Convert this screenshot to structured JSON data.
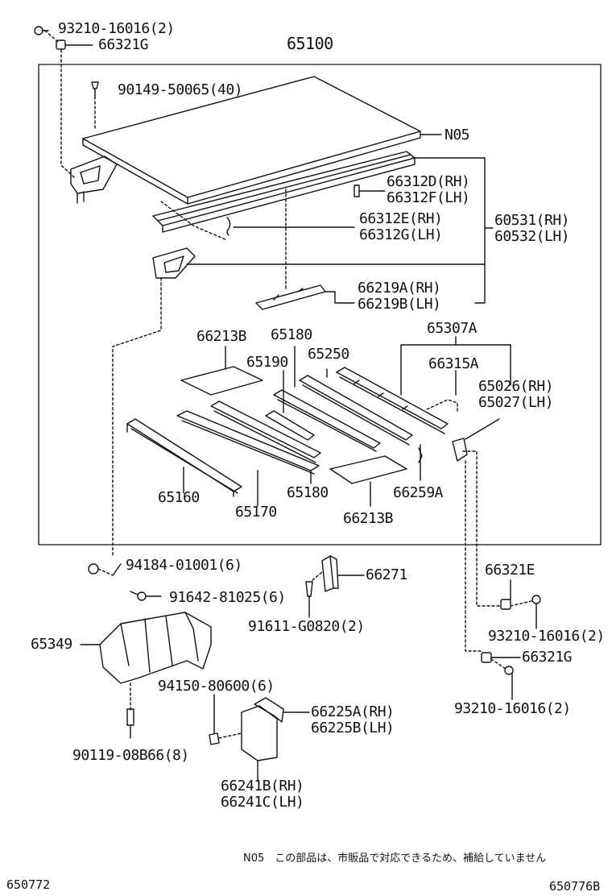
{
  "labels": {
    "l_93210_top": "93210-16016(2)",
    "l_66321G_top": "66321G",
    "l_65100": "65100",
    "l_90149": "90149-50065(40)",
    "l_N05": "N05",
    "l_66312D": "66312D(RH)",
    "l_66312F": "66312F(LH)",
    "l_66312E": "66312E(RH)",
    "l_66312G": "66312G(LH)",
    "l_60531": "60531(RH)",
    "l_60532": "60532(LH)",
    "l_66219A": "66219A(RH)",
    "l_66219B": "66219B(LH)",
    "l_66213B_a": "66213B",
    "l_65180_a": "65180",
    "l_65307A": "65307A",
    "l_65190": "65190",
    "l_65250": "65250",
    "l_66315A": "66315A",
    "l_65026": "65026(RH)",
    "l_65027": "65027(LH)",
    "l_65160": "65160",
    "l_65170": "65170",
    "l_65180_b": "65180",
    "l_66259A": "66259A",
    "l_66213B_b": "66213B",
    "l_94184": "94184-01001(6)",
    "l_91642": "91642-81025(6)",
    "l_66271": "66271",
    "l_91611": "91611-G0820(2)",
    "l_66321E": "66321E",
    "l_93210_mid": "93210-16016(2)",
    "l_66321G_bot": "66321G",
    "l_93210_bot": "93210-16016(2)",
    "l_65349": "65349",
    "l_94150": "94150-80600(6)",
    "l_66225A": "66225A(RH)",
    "l_66225B": "66225B(LH)",
    "l_90119": "90119-08B66(8)",
    "l_66241B": "66241B(RH)",
    "l_66241C": "66241C(LH)"
  },
  "note": "N05　この部品は、市販品で対応できるため、補給していません",
  "footer": {
    "left_code": "650772",
    "right_code": "650776B"
  }
}
